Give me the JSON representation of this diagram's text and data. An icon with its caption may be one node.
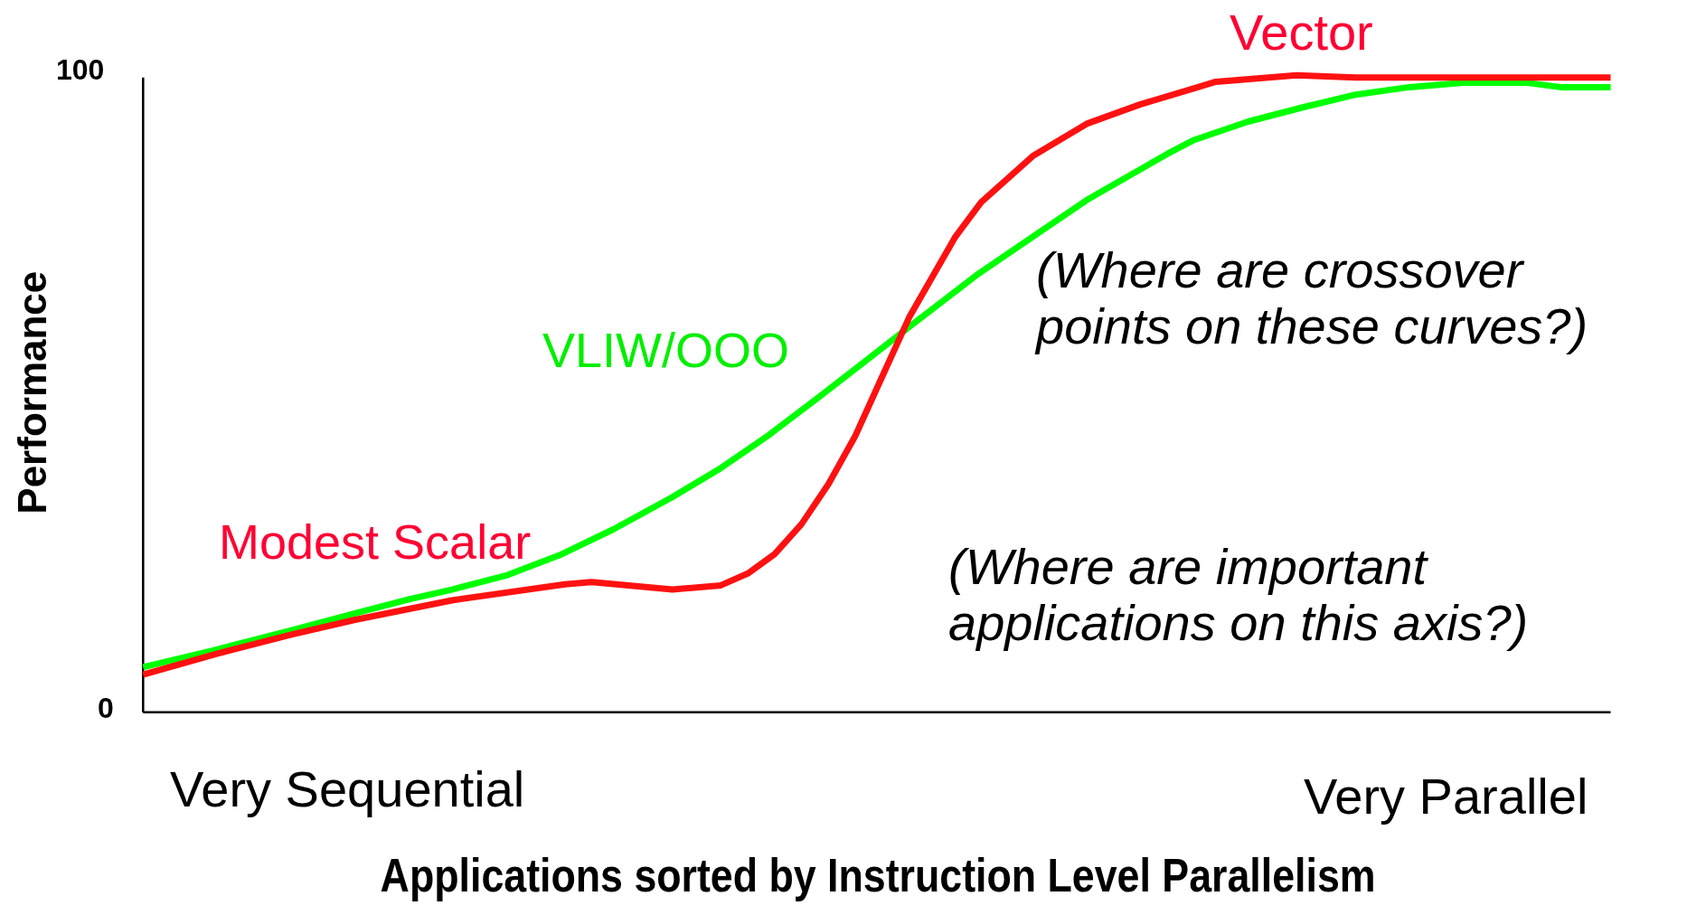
{
  "diagram": {
    "labels": [
      "100",
      "0",
      "Performance",
      "Vector",
      "VLIW/OOO",
      "Modest Scalar",
      "(Where are crossover points on these curves?)",
      "(Where are important applications on this axis?)",
      "Very Sequential",
      "Very Parallel",
      "Applications sorted by Instruction Level Parallelism"
    ]
  }
}
